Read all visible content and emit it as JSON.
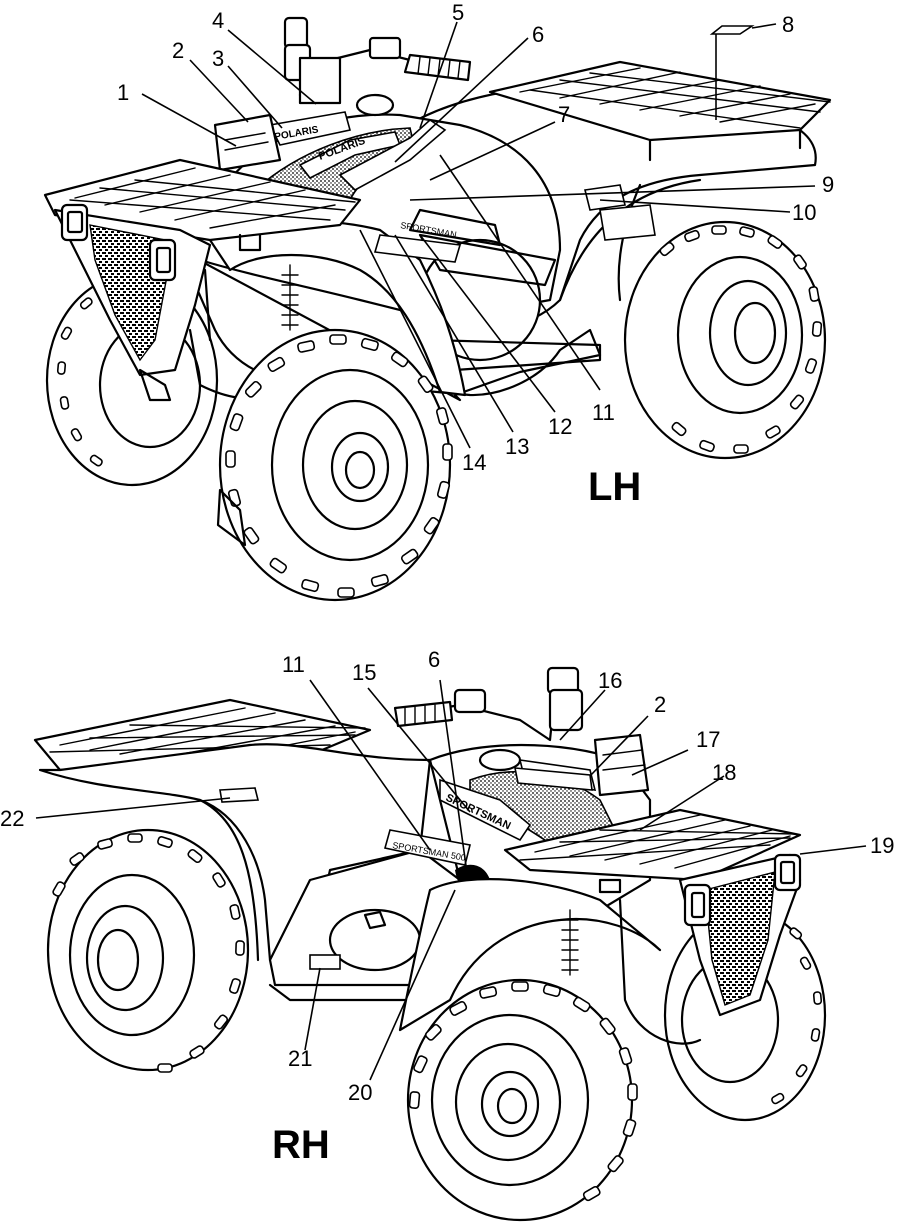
{
  "views": [
    {
      "id": "lh",
      "label": "LH",
      "callouts": [
        {
          "n": "1"
        },
        {
          "n": "2"
        },
        {
          "n": "3"
        },
        {
          "n": "4"
        },
        {
          "n": "5"
        },
        {
          "n": "6"
        },
        {
          "n": "7"
        },
        {
          "n": "8"
        },
        {
          "n": "9"
        },
        {
          "n": "10"
        },
        {
          "n": "11"
        },
        {
          "n": "12"
        },
        {
          "n": "13"
        },
        {
          "n": "14"
        }
      ]
    },
    {
      "id": "rh",
      "label": "RH",
      "callouts": [
        {
          "n": "11"
        },
        {
          "n": "15"
        },
        {
          "n": "6"
        },
        {
          "n": "16"
        },
        {
          "n": "2"
        },
        {
          "n": "17"
        },
        {
          "n": "18"
        },
        {
          "n": "19"
        },
        {
          "n": "22"
        },
        {
          "n": "21"
        },
        {
          "n": "20"
        }
      ]
    }
  ]
}
